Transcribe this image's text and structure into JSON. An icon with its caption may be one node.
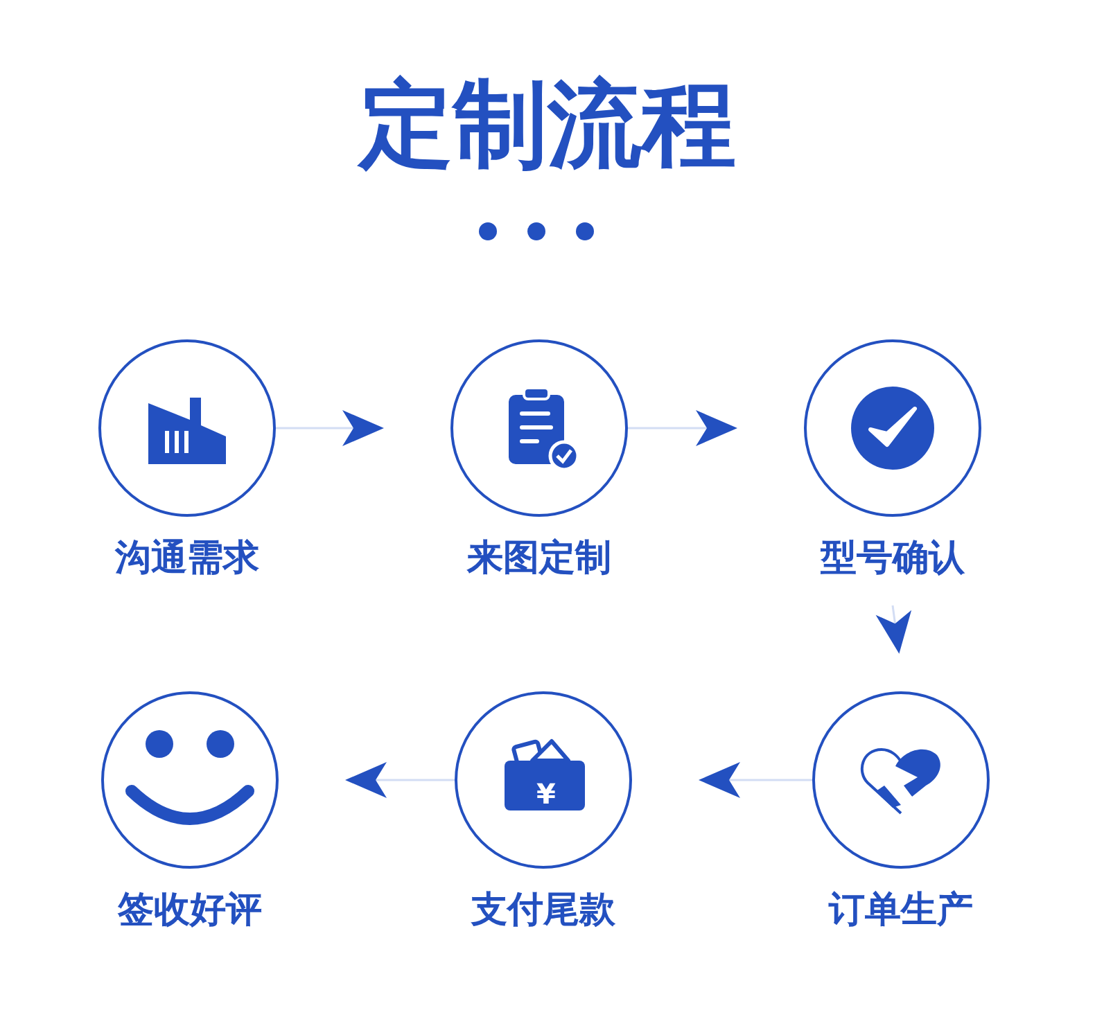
{
  "diagram": {
    "title": "定制流程",
    "nodes": [
      {
        "text": [
          "沟通需求"
        ]
      },
      {
        "text": [
          "来图定制"
        ]
      },
      {
        "text": [
          "型号确认"
        ]
      },
      {
        "text": [
          "签收好评"
        ]
      },
      {
        "text": [
          "支付尾款"
        ]
      },
      {
        "text": [
          "订单生产"
        ]
      }
    ],
    "edges": [
      {
        "from": 0,
        "to": 1,
        "arrow": "to"
      },
      {
        "from": 1,
        "to": 2,
        "arrow": "to"
      },
      {
        "from": 2,
        "to": 5,
        "arrow": "to"
      },
      {
        "from": 5,
        "to": 4,
        "arrow": "to"
      },
      {
        "from": 4,
        "to": 3,
        "arrow": "to"
      }
    ],
    "labels": [
      "¥"
    ]
  }
}
